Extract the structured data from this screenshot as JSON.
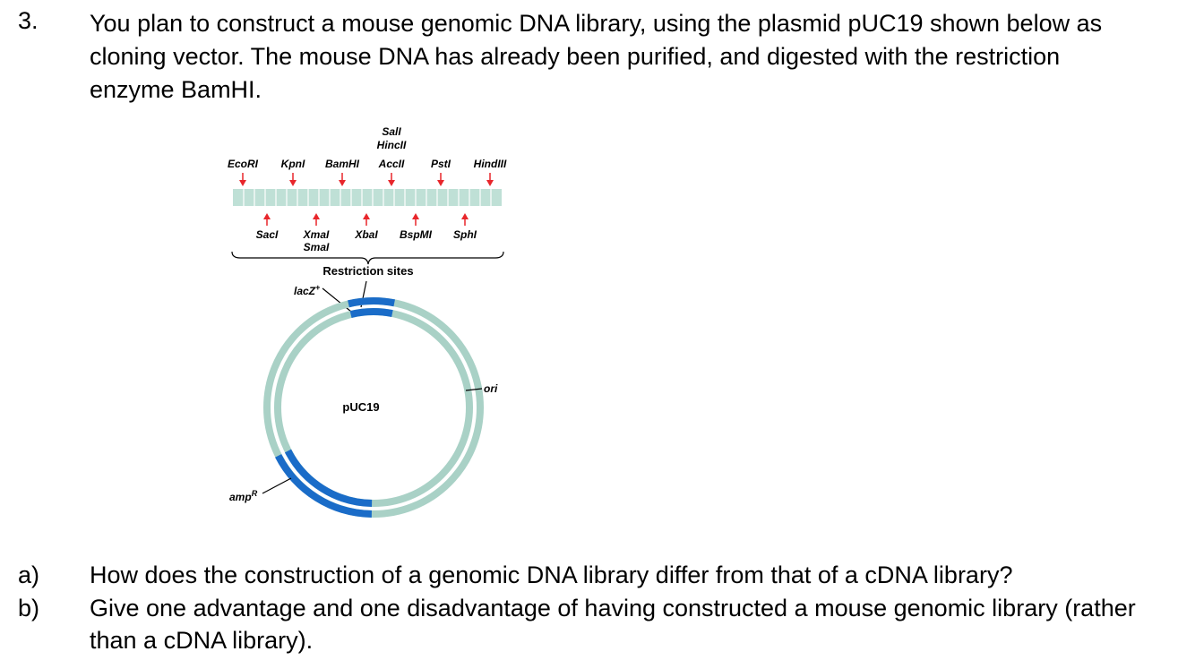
{
  "question": {
    "number": "3.",
    "lines": [
      "You plan to construct a mouse genomic DNA library, using the plasmid pUC19 shown below as",
      "cloning vector. The mouse DNA has already been purified, and digested with the restriction",
      "enzyme BamHI."
    ]
  },
  "diagram": {
    "top_sites": [
      "EcoRI",
      "KpnI",
      "BamHI",
      "AccII",
      "PstI",
      "HindIII"
    ],
    "stacked_sites": [
      "SalI",
      "HincII"
    ],
    "bottom_sites": [
      "SacI",
      "XmaI",
      "XbaI",
      "BspMI",
      "SphI"
    ],
    "bottom_extra": "SmaI",
    "brace_label": "Restriction sites",
    "lacz_label": "lacZ",
    "lacz_superscript": "+",
    "plasmid_label": "pUC19",
    "ori_label": "ori",
    "amp_label": "amp",
    "amp_superscript": "R",
    "colors": {
      "arrow": "#e8262b",
      "mcs_bar": "#bfe0d6",
      "plasmid_ring": "#a9d1c6",
      "gene": "#1a6cc8"
    }
  },
  "parts": [
    {
      "label": "a)",
      "lines": [
        "How does the construction of a genomic DNA library differ from that of a cDNA library?"
      ]
    },
    {
      "label": "b)",
      "lines": [
        "Give one advantage and one disadvantage of having constructed a mouse genomic library (rather",
        "than a cDNA library)."
      ]
    }
  ]
}
